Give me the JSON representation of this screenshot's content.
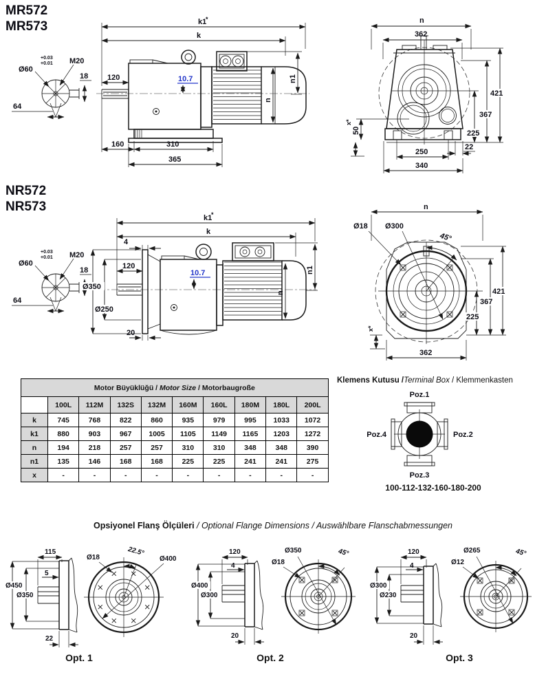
{
  "mr": {
    "title1": "MR572",
    "title2": "MR573",
    "side": {
      "k1": "k1",
      "star": "*",
      "k": "k",
      "d120": "120",
      "d107": "10.7",
      "n": "n",
      "n1": "n1",
      "d160": "160",
      "d310": "310",
      "d365": "365"
    },
    "front": {
      "n": "n",
      "d362": "362",
      "d421": "421",
      "d367": "367",
      "d225": "225",
      "d50": "50",
      "x": "x*",
      "d22": "22",
      "d250": "250",
      "d340": "340"
    }
  },
  "nr": {
    "title1": "NR572",
    "title2": "NR573",
    "side": {
      "d4": "4",
      "dia350": "Ø350",
      "d120": "120",
      "dia250": "Ø250",
      "d107": "10.7",
      "k1": "k1",
      "star": "*",
      "k": "k",
      "n": "n",
      "n1": "n1",
      "d20": "20"
    },
    "front": {
      "n": "n",
      "dia18": "Ø18",
      "dia300": "Ø300",
      "a45": "45°",
      "d421": "421",
      "d367": "367",
      "d225": "225",
      "x": "x*",
      "d362": "362"
    }
  },
  "shaft": {
    "dia": "Ø60",
    "tol_u": "+0.03",
    "tol_l": "+0.01",
    "thread": "M20",
    "d18": "18",
    "d64": "64"
  },
  "table": {
    "title_a": "Motor Büyüklüğü / ",
    "title_b": "Motor Size",
    "title_c": " / Motorbaugroße",
    "columns": [
      "100L",
      "112M",
      "132S",
      "132M",
      "160M",
      "160L",
      "180M",
      "180L",
      "200L"
    ],
    "rows": [
      {
        "label": "k",
        "values": [
          "745",
          "768",
          "822",
          "860",
          "935",
          "979",
          "995",
          "1033",
          "1072"
        ]
      },
      {
        "label": "k1",
        "values": [
          "880",
          "903",
          "967",
          "1005",
          "1105",
          "1149",
          "1165",
          "1203",
          "1272"
        ]
      },
      {
        "label": "n",
        "values": [
          "194",
          "218",
          "257",
          "257",
          "310",
          "310",
          "348",
          "348",
          "390"
        ]
      },
      {
        "label": "n1",
        "values": [
          "135",
          "146",
          "168",
          "168",
          "225",
          "225",
          "241",
          "241",
          "275"
        ]
      },
      {
        "label": "x",
        "values": [
          "-",
          "-",
          "-",
          "-",
          "-",
          "-",
          "-",
          "-",
          "-"
        ]
      }
    ]
  },
  "terminal": {
    "title_a": "Klemens Kutusu /",
    "title_b": "Terminal Box",
    "title_c": " / Klemmenkasten",
    "poz1": "Poz.1",
    "poz2": "Poz.2",
    "poz3": "Poz.3",
    "poz4": "Poz.4",
    "sizes": "100-112-132-160-180-200"
  },
  "flange": {
    "title_a": "Opsiyonel Flanş Ölçüleri",
    "title_b": " / Optional Flange Dimensions / Auswählbare Flanschabmessungen",
    "opt1": {
      "label": "Opt. 1",
      "d115": "115",
      "d5": "5",
      "dia450": "Ø450",
      "dia350": "Ø350",
      "d22": "22",
      "dia18": "Ø18",
      "angle": "22.5°",
      "dia400": "Ø400"
    },
    "opt2": {
      "label": "Opt. 2",
      "d120": "120",
      "d4": "4",
      "dia400": "Ø400",
      "dia300": "Ø300",
      "d20": "20",
      "dia350": "Ø350",
      "dia18": "Ø18",
      "angle": "45°"
    },
    "opt3": {
      "label": "Opt. 3",
      "d120": "120",
      "d4": "4",
      "dia300": "Ø300",
      "dia230": "Ø230",
      "d20": "20",
      "dia265": "Ø265",
      "dia12": "Ø12",
      "angle": "45°"
    }
  }
}
